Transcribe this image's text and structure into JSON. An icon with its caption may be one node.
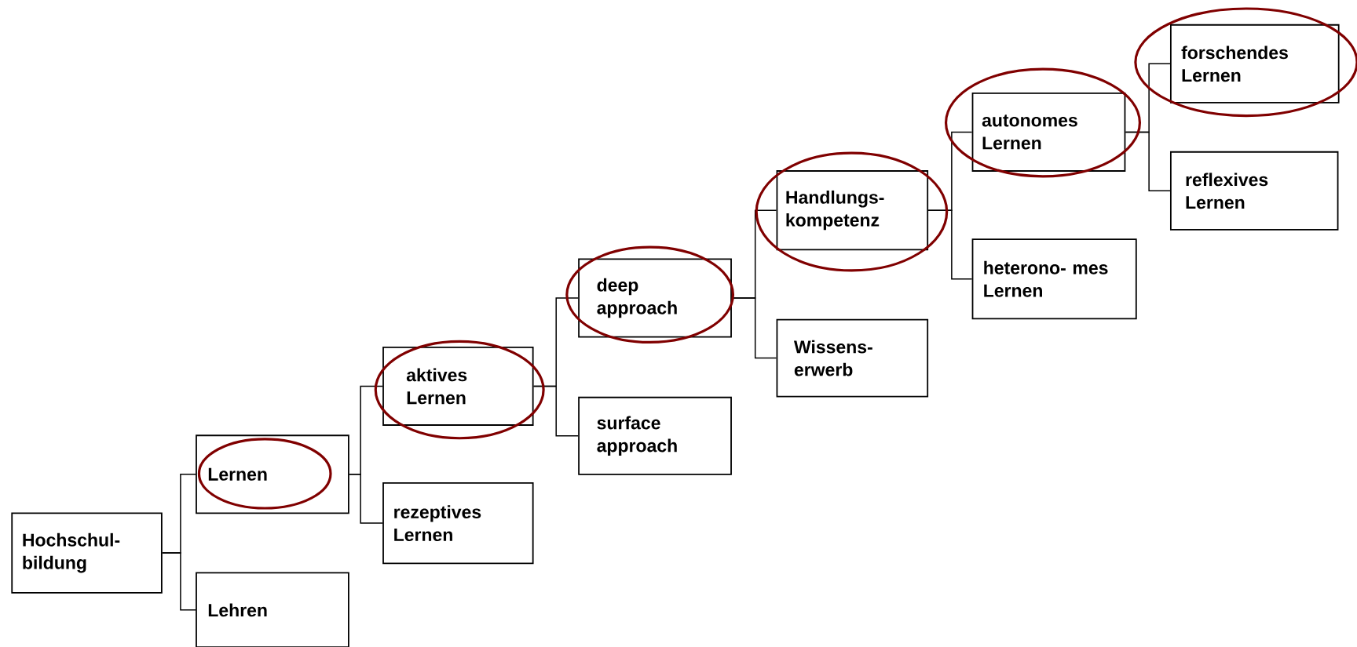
{
  "diagram": {
    "nodes": [
      {
        "text": [
          "Hochschul- bildung"
        ]
      },
      {
        "text": [
          "Lernen"
        ]
      },
      {
        "text": [
          "Lehren"
        ]
      },
      {
        "text": [
          "aktives Lernen"
        ]
      },
      {
        "text": [
          "rezeptives Lernen"
        ]
      },
      {
        "text": [
          "deep approach"
        ]
      },
      {
        "text": [
          "surface approach"
        ]
      },
      {
        "text": [
          "Handlungs- kompetenz"
        ]
      },
      {
        "text": [
          "Wissens- erwerb"
        ]
      },
      {
        "text": [
          "autonomes Lernen"
        ]
      },
      {
        "text": [
          "heterono- mes Lernen"
        ]
      },
      {
        "text": [
          "forschendes Lernen"
        ]
      },
      {
        "text": [
          "reflexives Lernen"
        ]
      }
    ],
    "edges": [
      {
        "from": 0,
        "to": 1,
        "arrow": "none"
      },
      {
        "from": 0,
        "to": 2,
        "arrow": "none"
      },
      {
        "from": 1,
        "to": 3,
        "arrow": "none"
      },
      {
        "from": 1,
        "to": 4,
        "arrow": "none"
      },
      {
        "from": 3,
        "to": 5,
        "arrow": "none"
      },
      {
        "from": 3,
        "to": 6,
        "arrow": "none"
      },
      {
        "from": 5,
        "to": 7,
        "arrow": "none"
      },
      {
        "from": 5,
        "to": 8,
        "arrow": "none"
      },
      {
        "from": 7,
        "to": 9,
        "arrow": "none"
      },
      {
        "from": 7,
        "to": 10,
        "arrow": "none"
      },
      {
        "from": 9,
        "to": 11,
        "arrow": "none"
      },
      {
        "from": 9,
        "to": 12,
        "arrow": "none"
      }
    ]
  }
}
